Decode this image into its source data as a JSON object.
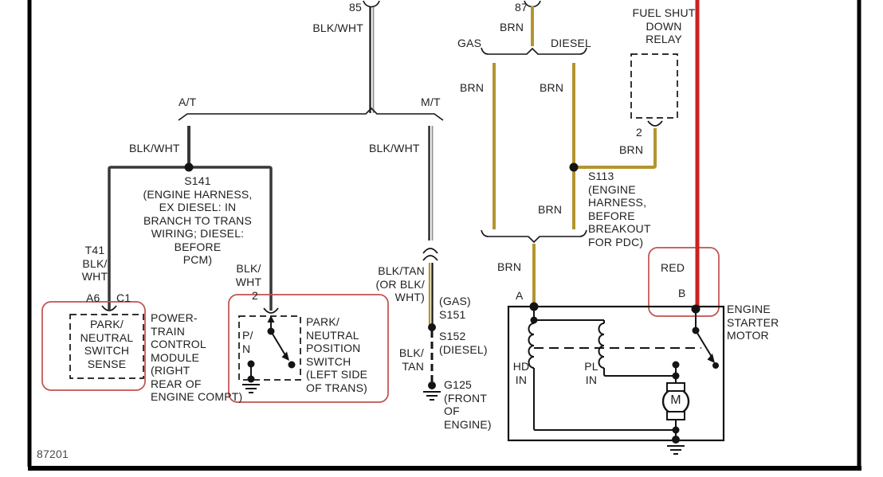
{
  "figure_number": "87201",
  "colors": {
    "brn": "#b3952e",
    "red": "#cc2020",
    "red_box": "#c0504d",
    "wire_dark": "#383838",
    "black": "#141414"
  },
  "top": {
    "pin_85": "85",
    "wire_85": "BLK/WHT",
    "branch_at": "A/T",
    "branch_mt": "M/T",
    "wire_at": "BLK/WHT",
    "wire_mt": "BLK/WHT"
  },
  "s141": {
    "note": "S141\n(ENGINE HARNESS,\nEX DIESEL: IN\nBRANCH TO TRANS\nWIRING; DIESEL:\nBEFORE\nPCM)",
    "wire_left": "T41\nBLK/\nWHT",
    "pin_a6": "A6",
    "pin_c1": "C1",
    "wire_right": "BLK/\nWHT",
    "pin_right": "2"
  },
  "pcm": {
    "sense": "PARK/\nNEUTRAL\nSWITCH\nSENSE",
    "caption": "POWER-\nTRAIN\nCONTROL\nMODULE\n(RIGHT\nREAR OF\nENGINE COMPT)"
  },
  "pns": {
    "pn": "P/\nN",
    "caption": "PARK/\nNEUTRAL\nPOSITION\nSWITCH\n(LEFT SIDE\nOF TRANS)"
  },
  "mid": {
    "wire_top": "BLK/TAN\n(OR BLK/\nWHT)",
    "splice_gas": "(GAS)\nS151",
    "splice_diesel": "S152\n(DIESEL)",
    "wire_bottom": "BLK/\nTAN",
    "ground": "G125\n(FRONT\nOF\nENGINE)"
  },
  "right": {
    "pin_87": "87",
    "wire_87": "BRN",
    "branch_gas": "GAS",
    "branch_diesel": "DIESEL",
    "wire_gas": "BRN",
    "wire_diesel": "BRN",
    "wire_diesel_low": "BRN",
    "wire_merged": "BRN",
    "relay": "FUEL SHUT\nDOWN\nRELAY",
    "relay_pin": "2",
    "relay_wire": "BRN",
    "s113_note": "S113\n(ENGINE\nHARNESS,\nBEFORE\nBREAKOUT\nFOR PDC)",
    "wire_red": "RED",
    "term_a": "A",
    "term_b": "B"
  },
  "starter": {
    "caption": "ENGINE\nSTARTER\nMOTOR",
    "hd": "HD\nIN",
    "pl": "PL\nIN",
    "motor": "M"
  }
}
